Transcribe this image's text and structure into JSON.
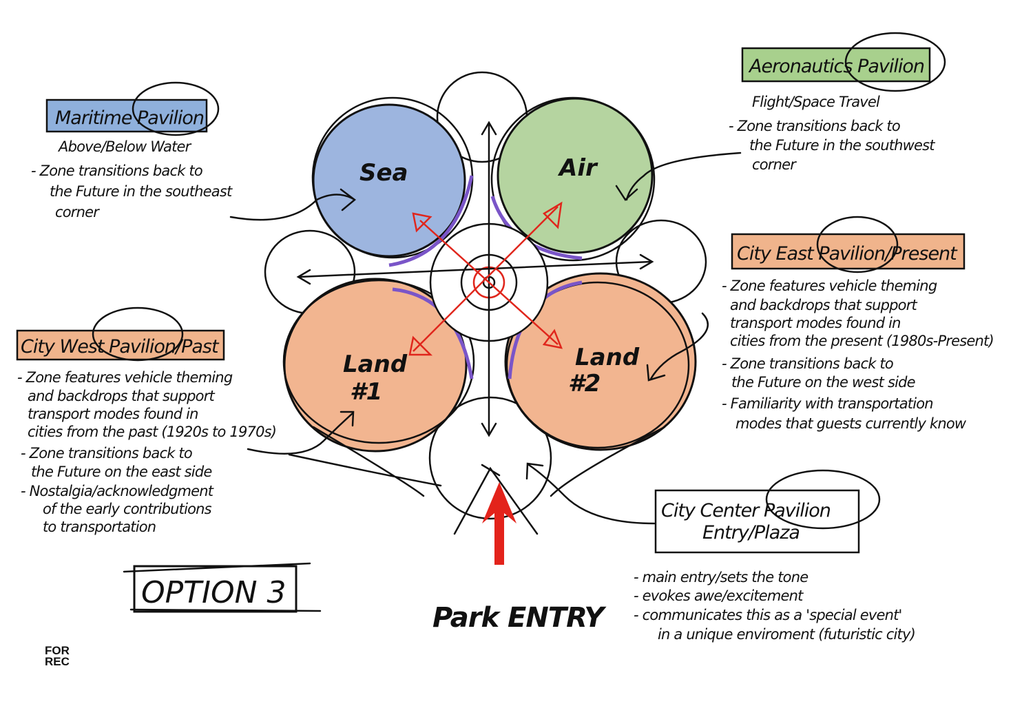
{
  "colors": {
    "sea": "#9db5df",
    "air": "#b5d4a0",
    "land": "#f2b590",
    "accent_red": "#e3231b",
    "purple": "#7a55c8"
  },
  "zones": {
    "sea": "Sea",
    "air": "Air",
    "land1_a": "Land",
    "land1_b": "#1",
    "land2_a": "Land",
    "land2_b": "#2"
  },
  "maritime": {
    "title": "Maritime Pavilion",
    "subtitle": "Above/Below Water",
    "notes": [
      "- Zone transitions back to",
      "the Future in the southeast",
      "corner"
    ]
  },
  "aeronautics": {
    "title": "Aeronautics Pavilion",
    "subtitle": "Flight/Space Travel",
    "notes": [
      "- Zone transitions back to",
      "the Future in the southwest",
      "corner"
    ]
  },
  "city_east": {
    "title": "City East Pavilion/Present",
    "notes": [
      "- Zone features vehicle theming",
      "and backdrops that support",
      "transport modes found in",
      "cities from the present (1980s-Present)",
      "- Zone transitions back to",
      "the Future on the west side",
      "- Familiarity with transportation",
      "modes that guests currently know"
    ]
  },
  "city_west": {
    "title": "City West Pavilion/Past",
    "notes": [
      "- Zone features vehicle theming",
      "and backdrops that support",
      "transport modes found in",
      "cities from the past (1920s to 1970s)",
      "- Zone transitions back to",
      "the Future on the east side",
      "- Nostalgia/acknowledgment",
      "of the early contributions",
      "to transportation"
    ]
  },
  "city_center": {
    "title": "City Center Pavilion",
    "subtitle": "Entry/Plaza",
    "notes": [
      "- main entry/sets the tone",
      "- evokes awe/excitement",
      "- communicates this as a 'special event'",
      "in a unique enviroment (futuristic city)"
    ]
  },
  "option": "OPTION 3",
  "park_entry": "Park ENTRY",
  "logo": "FOR REC"
}
